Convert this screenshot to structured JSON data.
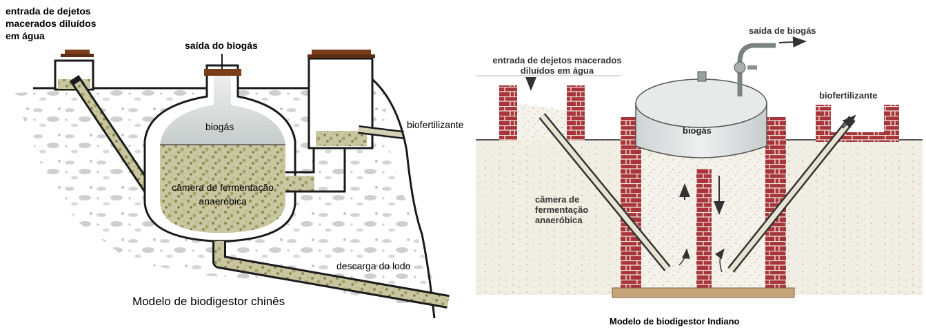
{
  "left_diagram": {
    "inlet_label_lines": [
      "entrada de dejetos",
      "macerados diluídos",
      "em água"
    ],
    "gas_outlet_label": "saída do biogás",
    "gas_dome_label": "biogás",
    "chamber_label_lines": [
      "câmera de fermentação",
      "anaeróbica"
    ],
    "fertilizer_label": "biofertilizante",
    "sludge_label": "descarga do lodo",
    "caption": "Modelo de biodigestor chinês"
  },
  "right_diagram": {
    "inlet_label_lines": [
      "entrada de dejetos macerados",
      "diluídos em água"
    ],
    "gas_outlet_label": "saída de biogás",
    "gas_tank_label": "biogás",
    "fertilizer_label": "biofertilizante",
    "chamber_label_lines": [
      "câmera de",
      "fermentação",
      "anaeróbica"
    ],
    "caption": "Modelo de biodigestor Indiano"
  },
  "colors": {
    "brick": "#a8353a",
    "wall_outline": "#1a1a1a",
    "slurry": "#a9a86a",
    "soil_speckle": "#c9c9c9",
    "gas_dome": "#cfd4d4",
    "lid_brown": "#7a3d1a",
    "tank_top": "#e6e8e8"
  }
}
